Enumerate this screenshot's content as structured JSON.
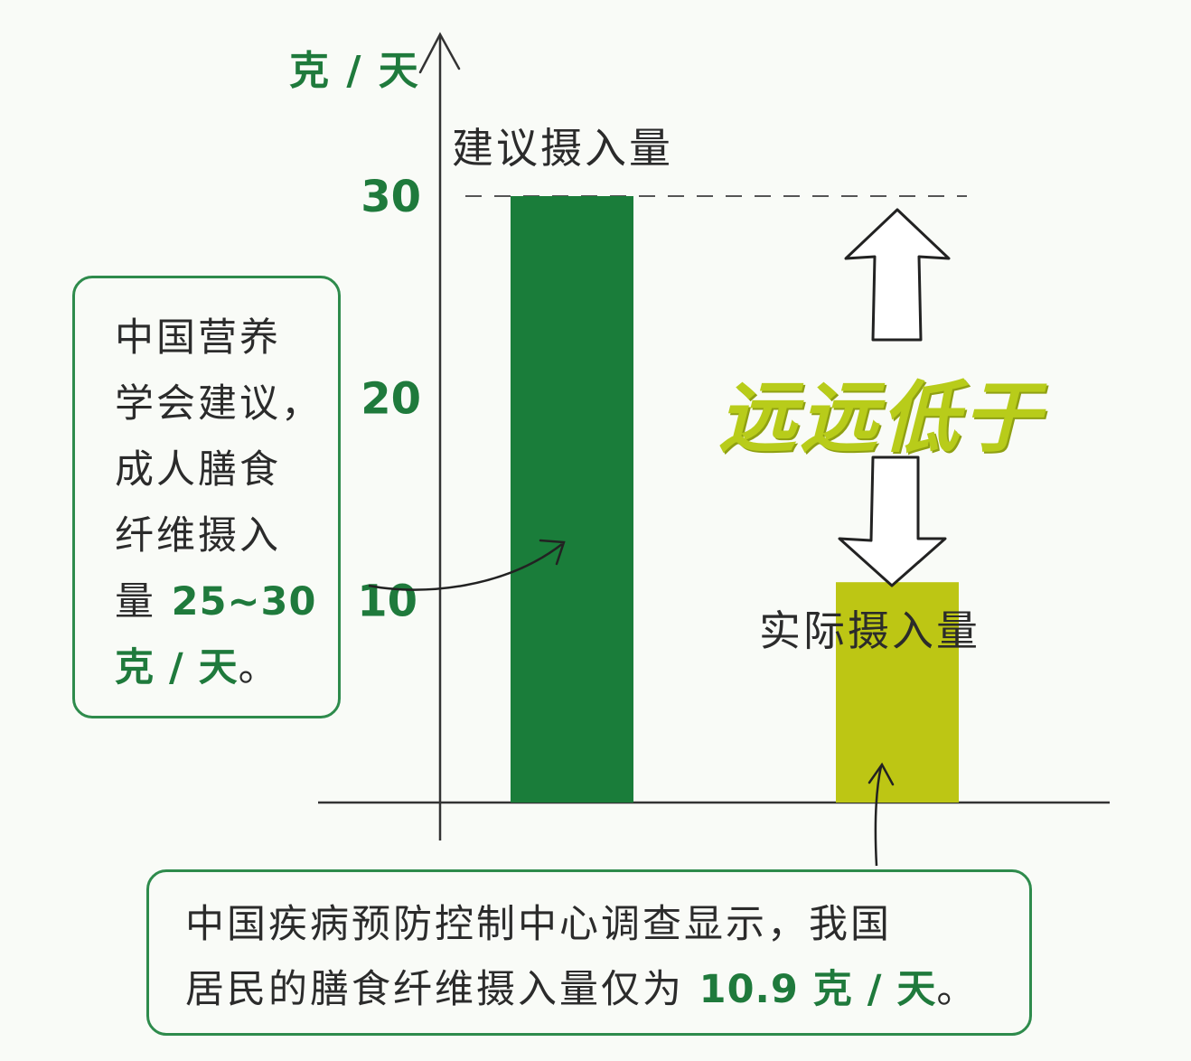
{
  "chart_data": {
    "type": "bar",
    "categories": [
      "建议摄入量",
      "实际摄入量"
    ],
    "values": [
      30,
      10.9
    ],
    "bar_colors": [
      "#1a7d3a",
      "#bdc614"
    ],
    "y_unit": "克 / 天",
    "y_ticks": [
      "10",
      "20",
      "30"
    ],
    "ylim": [
      0,
      30
    ],
    "reference_line": {
      "value": 30,
      "style": "dashed"
    },
    "emphasis_text": "远远低于",
    "grid": false
  },
  "notes": {
    "left": {
      "line1": "中国营养",
      "line2": "学会建议，",
      "line3": "成人膳食",
      "line4": "纤维摄入",
      "line5_prefix": "量 ",
      "line5_value": "25~30",
      "line6_value": "克 / 天",
      "line6_suffix": "。"
    },
    "bottom": {
      "line1": "中国疾病预防控制中心调查显示，我国",
      "line2_prefix": "居民的膳食纤维摄入量仅为 ",
      "line2_value": "10.9 克 / 天",
      "line2_suffix": "。"
    }
  },
  "colors": {
    "accent_green": "#1f7a3c",
    "box_border": "#2e8b4c",
    "emphasis_yellow_green": "#b8cc1a"
  }
}
